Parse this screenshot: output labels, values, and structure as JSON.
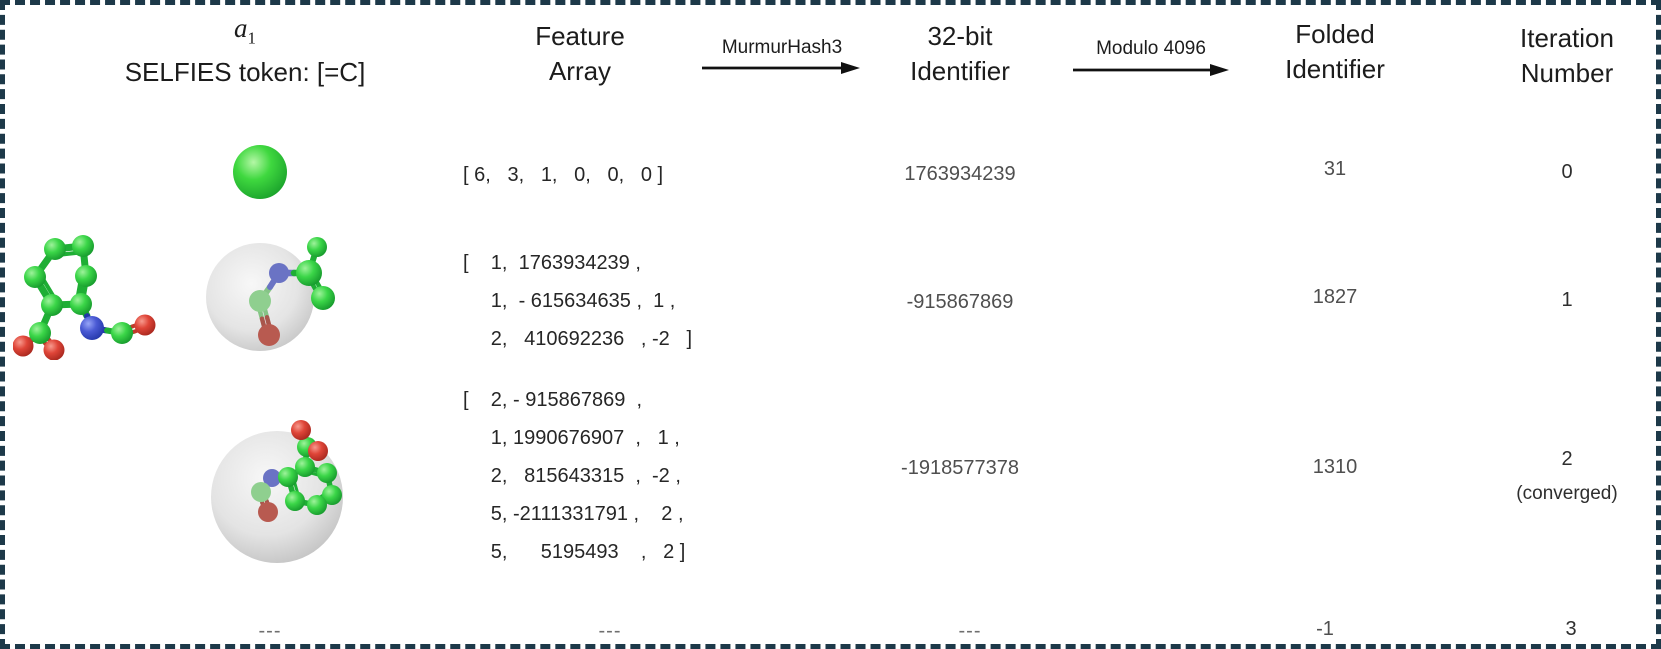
{
  "header": {
    "token_var": "a",
    "token_sub": "1",
    "token_label": "SELFIES token: [=C]",
    "feature_line1": "Feature",
    "feature_line2": "Array",
    "arrow1_label": "MurmurHash3",
    "bit32_line1": "32-bit",
    "bit32_line2": "Identifier",
    "arrow2_label": "Modulo 4096",
    "folded_line1": "Folded",
    "folded_line2": "Identifier",
    "iter_line1": "Iteration",
    "iter_line2": "Number"
  },
  "rows": [
    {
      "feature1": "[ 6,   3,   1,   0,   0,   0 ]",
      "hash": "1763934239",
      "folded": "31",
      "iteration": "0"
    },
    {
      "feature1": "[    1,  1763934239 ,",
      "feature2": "     1,  - 615634635 ,  1 ,",
      "feature3": "     2,   410692236   , -2   ]",
      "hash": "-915867869",
      "folded": "1827",
      "iteration": "1"
    },
    {
      "feature1": "[    2, - 915867869  ,",
      "feature2": "     1, 1990676907  ,   1 ,",
      "feature3": "     2,   815643315  ,  -2 ,",
      "feature4": "     5, -2111331791 ,    2 ,",
      "feature5": "     5,      5195493    ,   2 ]",
      "hash": "-1918577378",
      "folded": "1310",
      "iteration": "2",
      "iteration_note": "(converged)"
    },
    {
      "token": "---",
      "feature": "---",
      "hash": "---",
      "folded": "-1",
      "iteration": "3"
    }
  ],
  "icons": {
    "left_molecule": "ball-and-stick-molecule",
    "row1_image": "green-carbon-atom-sphere",
    "row2_image": "translucent-sphere-radius1-environment",
    "row3_image": "translucent-sphere-radius2-environment",
    "arrow": "right-arrow"
  },
  "colors": {
    "border": "#1d3949",
    "atom_green": "#2ecc40",
    "atom_blue": "#4a5cd0",
    "atom_red": "#d5443c",
    "sphere_gray": "#d9d9d9"
  }
}
